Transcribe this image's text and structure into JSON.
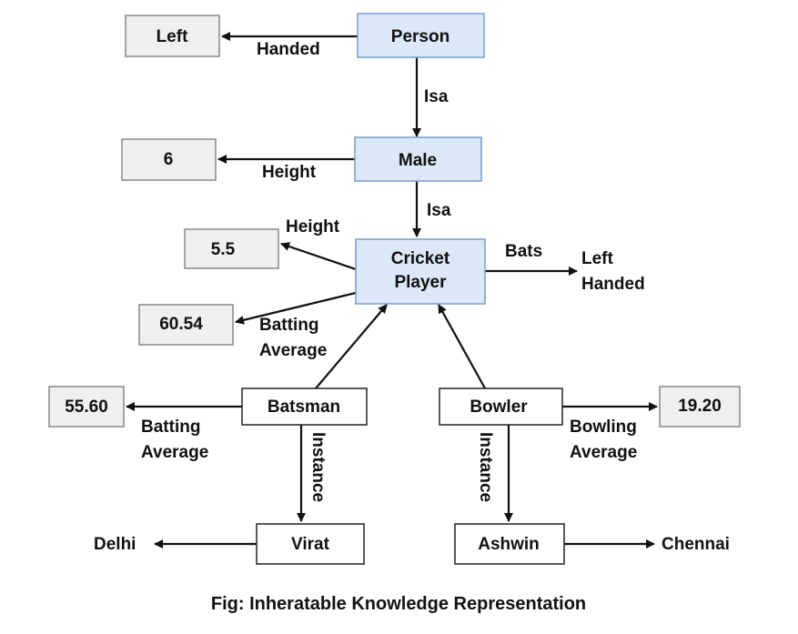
{
  "nodes": {
    "person": "Person",
    "male": "Male",
    "cricket_player": [
      "Cricket",
      "Player"
    ],
    "batsman": "Batsman",
    "bowler": "Bowler",
    "virat": "Virat",
    "ashwin": "Ashwin"
  },
  "values": {
    "left": "Left",
    "six": "6",
    "five_five": "5.5",
    "sixty": "60.54",
    "fifty_five": "55.60",
    "nineteen": "19.20",
    "delhi": "Delhi",
    "chennai": "Chennai",
    "left_handed": [
      "Left",
      "Handed"
    ]
  },
  "edges": {
    "handed": "Handed",
    "isa_1": "Isa",
    "height_1": "Height",
    "isa_2": "Isa",
    "height_2": "Height",
    "bats": "Bats",
    "batting_avg_cp": [
      "Batting",
      "Average"
    ],
    "batting_avg_bm": [
      "Batting",
      "Average"
    ],
    "bowling_avg": [
      "Bowling",
      "Average"
    ],
    "instance_1": "Instance",
    "instance_2": "Instance"
  },
  "caption": "Fig: Inheratable Knowledge Representation",
  "colors": {
    "class_fill": "#dce8f8",
    "class_stroke": "#7a9cc8",
    "value_fill": "#efefef",
    "value_stroke": "#888888",
    "instance_fill": "#ffffff",
    "instance_stroke": "#222222"
  }
}
